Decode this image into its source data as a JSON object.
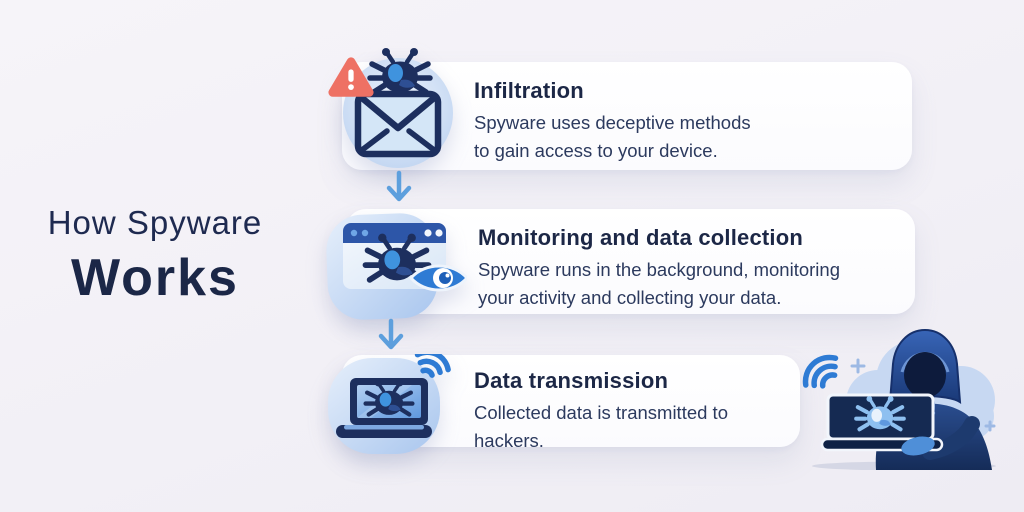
{
  "headline": {
    "line1": "How Spyware",
    "line2": "Works"
  },
  "steps": [
    {
      "title": "Infiltration",
      "description": "Spyware uses deceptive methods\nto gain access to your device.",
      "icon": "alert-envelope-bug-icon"
    },
    {
      "title": "Monitoring and data collection",
      "description": "Spyware runs in the background, monitoring\nyour activity and collecting your data.",
      "icon": "browser-bug-eye-icon"
    },
    {
      "title": "Data transmission",
      "description": "Collected data is transmitted to hackers.",
      "icon": "laptop-bug-wifi-icon"
    }
  ],
  "connectors": [
    {
      "icon": "down-arrow-icon"
    },
    {
      "icon": "down-arrow-icon"
    }
  ],
  "illustration": {
    "name": "hooded-hacker-with-laptop"
  },
  "colors": {
    "background": "#f3f1f7",
    "card": "#ffffff",
    "heading_text": "#1e2a50",
    "title_text": "#1c2746",
    "body_text": "#2c3a5e",
    "arrow_blue": "#5d9fdd",
    "icon_navy": "#1d2f5e",
    "icon_blue": "#2e7bd4",
    "alert_red": "#ee7164",
    "blob_blue": "#bcd2f0",
    "hacker_navy": "#1b3a78"
  }
}
